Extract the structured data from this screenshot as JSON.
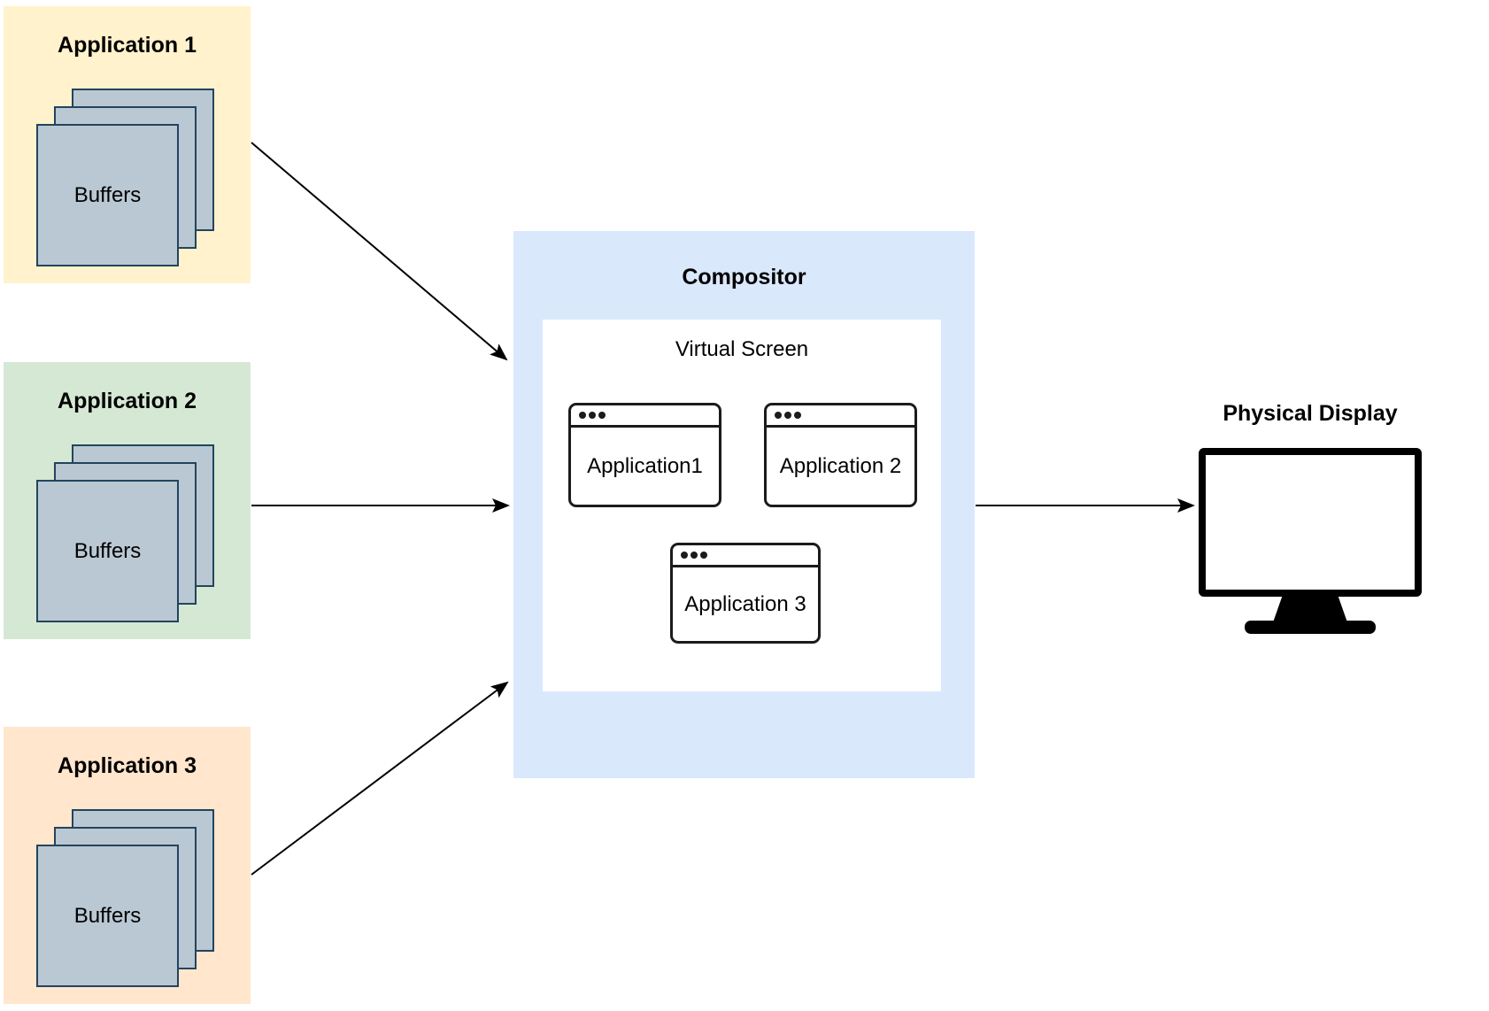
{
  "applications": [
    {
      "title": "Application 1",
      "buffers_label": "Buffers",
      "color": "#FFF2CC"
    },
    {
      "title": "Application 2",
      "buffers_label": "Buffers",
      "color": "#D5E8D4"
    },
    {
      "title": "Application 3",
      "buffers_label": "Buffers",
      "color": "#FFE6CC"
    }
  ],
  "compositor": {
    "title": "Compositor",
    "color": "#DAE8FC",
    "virtual_screen": {
      "title": "Virtual Screen",
      "windows": [
        {
          "label": "Application1"
        },
        {
          "label": "Application 2"
        },
        {
          "label": "Application 3"
        }
      ]
    }
  },
  "physical_display": {
    "title": "Physical Display"
  },
  "arrows": [
    {
      "from": "application-1",
      "to": "compositor"
    },
    {
      "from": "application-2",
      "to": "compositor"
    },
    {
      "from": "application-3",
      "to": "compositor"
    },
    {
      "from": "compositor",
      "to": "physical-display"
    }
  ],
  "colors": {
    "app1_bg": "#FFF2CC",
    "app2_bg": "#D5E8D4",
    "app3_bg": "#FFE6CC",
    "compositor_bg": "#DAE8FC",
    "buffer_fill": "#BAC8D3",
    "buffer_stroke": "#23445D",
    "window_stroke": "#1B1B1B",
    "arrow": "#000000",
    "monitor": "#000000"
  }
}
